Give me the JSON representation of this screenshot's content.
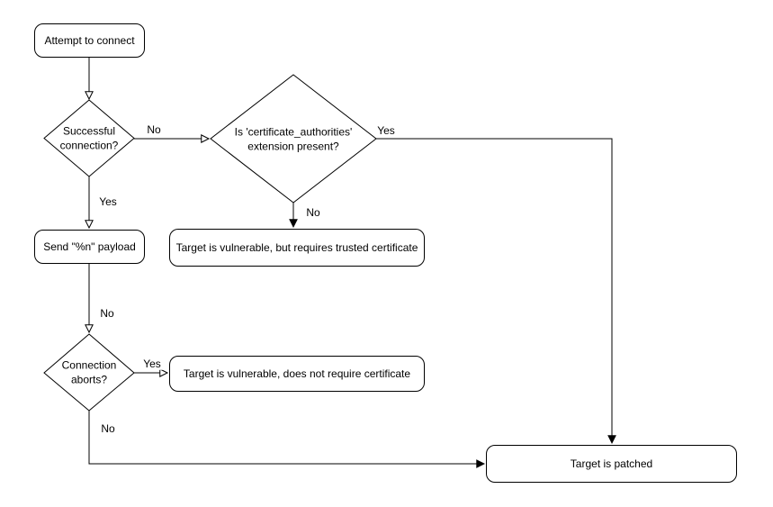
{
  "canvas": {
    "background": "#ffffff",
    "stroke_color": "#000000",
    "text_color": "#000000"
  },
  "nodes": {
    "attempt_connect": {
      "shape": "rounded-rect",
      "label": "Attempt to connect"
    },
    "successful_connection": {
      "shape": "diamond",
      "label": "Successful connection?"
    },
    "cert_authorities_check": {
      "shape": "diamond",
      "label": "Is 'certificate_authorities' extension present?"
    },
    "send_payload": {
      "shape": "rounded-rect",
      "label": "Send \"%n\" payload"
    },
    "vulnerable_trusted_cert": {
      "shape": "rounded-rect",
      "label": "Target is vulnerable, but requires trusted certificate"
    },
    "connection_aborts": {
      "shape": "diamond",
      "label": "Connection aborts?"
    },
    "vulnerable_no_cert": {
      "shape": "rounded-rect",
      "label": "Target is vulnerable, does not require certificate"
    },
    "target_patched": {
      "shape": "rounded-rect",
      "label": "Target is patched"
    }
  },
  "edges": {
    "attempt_to_successful": {
      "from": "attempt_connect",
      "to": "successful_connection",
      "label": ""
    },
    "successful_no": {
      "from": "successful_connection",
      "to": "cert_authorities_check",
      "label": "No"
    },
    "successful_yes": {
      "from": "successful_connection",
      "to": "send_payload",
      "label": "Yes"
    },
    "cert_yes": {
      "from": "cert_authorities_check",
      "to": "target_patched",
      "label": "Yes"
    },
    "cert_no": {
      "from": "cert_authorities_check",
      "to": "vulnerable_trusted_cert",
      "label": "No"
    },
    "payload_no": {
      "from": "send_payload",
      "to": "connection_aborts",
      "label": "No"
    },
    "aborts_yes": {
      "from": "connection_aborts",
      "to": "vulnerable_no_cert",
      "label": "Yes"
    },
    "aborts_no": {
      "from": "connection_aborts",
      "to": "target_patched",
      "label": "No"
    }
  }
}
